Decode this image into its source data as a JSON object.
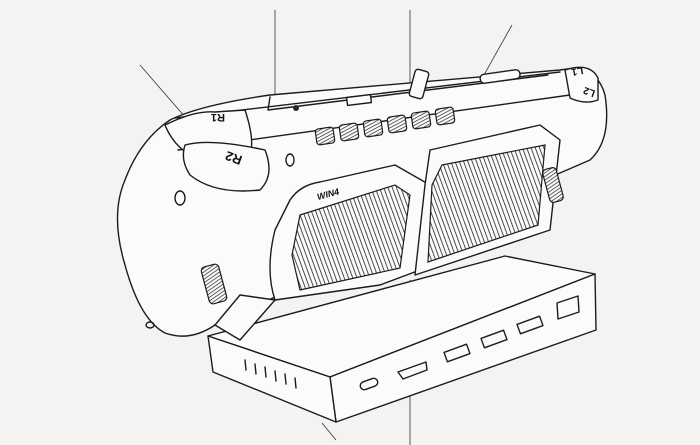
{
  "drawing": {
    "labels": {
      "r1": "R1",
      "r2": "R2",
      "brand": "WIN4",
      "l1": "L1",
      "l2": "L2"
    },
    "colors": {
      "background": "#f3f3f2",
      "line": "#1c1c1c"
    }
  }
}
